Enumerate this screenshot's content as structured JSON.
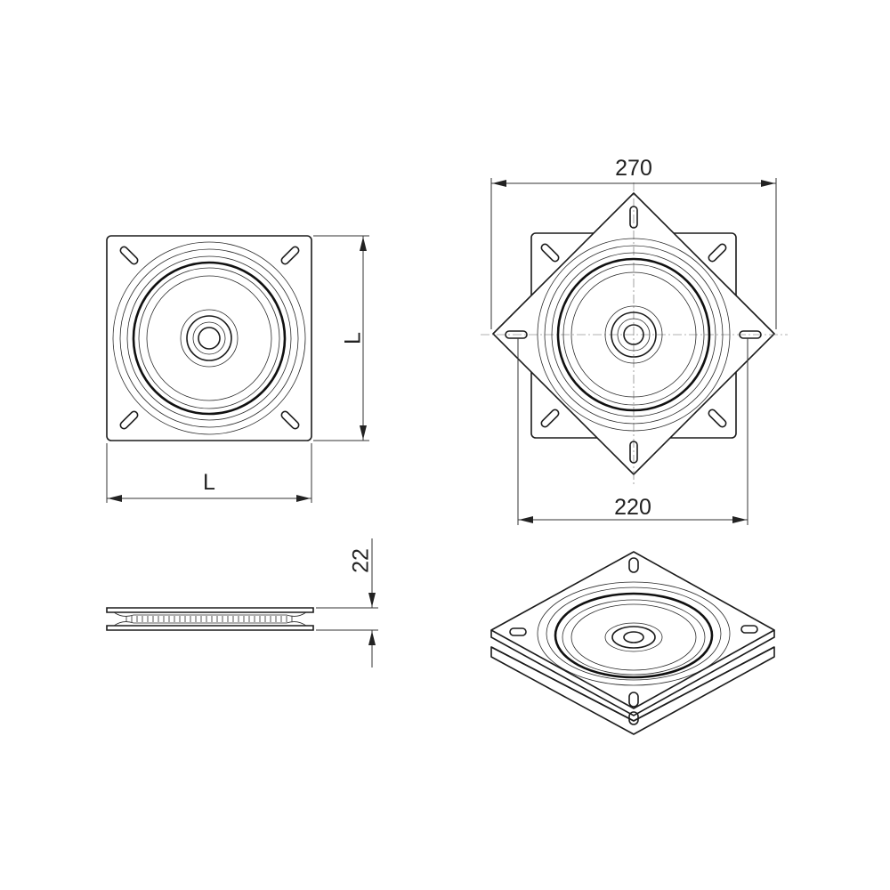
{
  "dimensions": {
    "top_view_width": "L",
    "top_view_height": "L",
    "rotated_outer_width": "270",
    "rotated_base_width": "220",
    "side_view_height": "22"
  },
  "views": {
    "top_view": {
      "icon": "square-swivel-plate-top-view"
    },
    "rotated_view": {
      "icon": "rotated-swivel-plate-view"
    },
    "side_view": {
      "icon": "swivel-plate-side-profile"
    },
    "isometric_view": {
      "icon": "swivel-plate-isometric-view"
    }
  }
}
